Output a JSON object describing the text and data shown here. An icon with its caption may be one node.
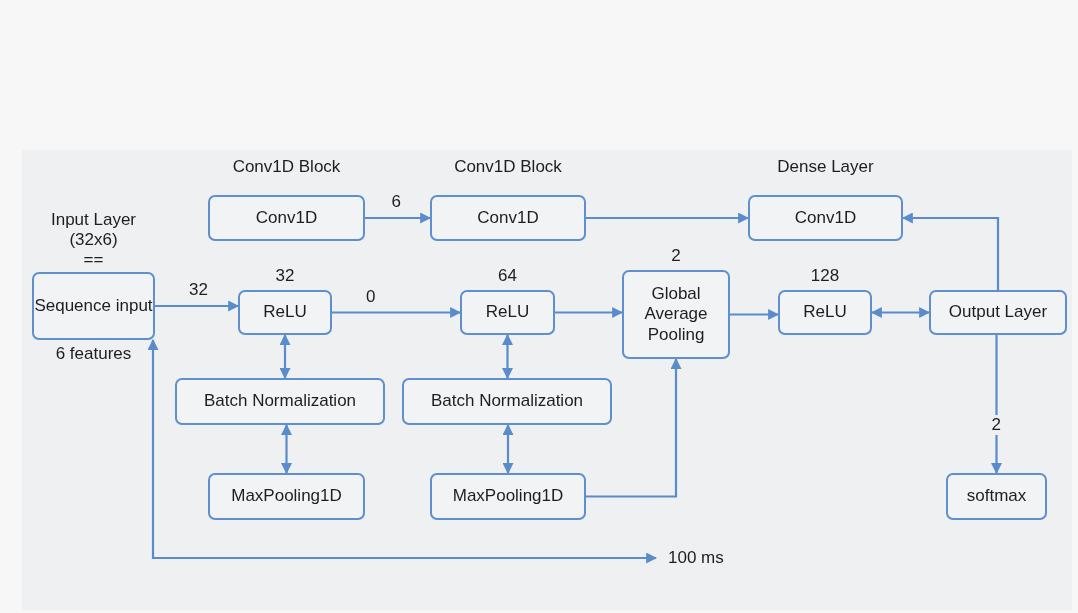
{
  "diagram": {
    "nodes": [
      {
        "text": [
          "Conv1D Block",
          "Conv1D"
        ]
      },
      {
        "text": [
          "Conv1D Block",
          "Conv1D"
        ]
      },
      {
        "text": [
          "Dense Layer",
          "Conv1D"
        ]
      },
      {
        "text": [
          "Input Layer (32x6)",
          "Sequence input"
        ],
        "beside": [
          "==",
          "6 features"
        ]
      },
      {
        "text": [
          "ReLU"
        ],
        "beside": [
          "32"
        ]
      },
      {
        "text": [
          "ReLU"
        ],
        "beside": [
          "64"
        ]
      },
      {
        "text": [
          "Global Average Pooling"
        ],
        "beside": [
          "2"
        ]
      },
      {
        "text": [
          "ReLU"
        ],
        "beside": [
          "128"
        ]
      },
      {
        "text": [
          "Output Layer"
        ]
      },
      {
        "text": [
          "Batch Normalization"
        ]
      },
      {
        "text": [
          "Batch Normalization"
        ]
      },
      {
        "text": [
          "MaxPooling1D"
        ]
      },
      {
        "text": [
          "MaxPooling1D"
        ]
      },
      {
        "text": [
          "softmax"
        ]
      },
      {
        "text": [
          "100 ms"
        ]
      }
    ],
    "edges": [
      {
        "from": 0,
        "to": 1,
        "arrow": "to",
        "label": "6"
      },
      {
        "from": 1,
        "to": 2,
        "arrow": "to"
      },
      {
        "from": 8,
        "to": 2,
        "arrow": "to"
      },
      {
        "from": 3,
        "to": 4,
        "arrow": "to",
        "label": "32"
      },
      {
        "from": 4,
        "to": 5,
        "arrow": "to",
        "label": "0"
      },
      {
        "from": 5,
        "to": 6,
        "arrow": "to"
      },
      {
        "from": 6,
        "to": 7,
        "arrow": "to"
      },
      {
        "from": 7,
        "to": 8,
        "arrow": "both"
      },
      {
        "from": 4,
        "to": 9,
        "arrow": "both"
      },
      {
        "from": 9,
        "to": 11,
        "arrow": "both"
      },
      {
        "from": 5,
        "to": 10,
        "arrow": "both"
      },
      {
        "from": 10,
        "to": 12,
        "arrow": "both"
      },
      {
        "from": 12,
        "to": 6,
        "arrow": "to"
      },
      {
        "from": 8,
        "to": 13,
        "arrow": "to",
        "label": "2"
      },
      {
        "from": 3,
        "to": 14,
        "arrow": "both"
      }
    ]
  }
}
